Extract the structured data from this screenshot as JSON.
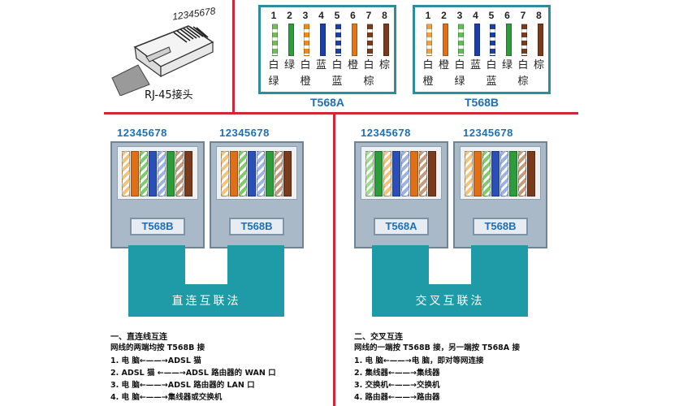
{
  "plug": {
    "pin_numbers": "12345678",
    "caption": "RJ-45接头"
  },
  "standards": [
    {
      "name": "T568A",
      "numbers": [
        "1",
        "2",
        "3",
        "4",
        "5",
        "6",
        "7",
        "8"
      ],
      "wires": [
        "#6fbf57",
        "#2f9c3c",
        "#f08a1a",
        "#1a3fa8",
        "#1a3fa8",
        "#e0751a",
        "#7a3b1c",
        "#7a3b1c"
      ],
      "stripes": [
        true,
        false,
        true,
        false,
        true,
        false,
        true,
        false
      ],
      "row1": [
        "白",
        "绿",
        "白",
        "蓝",
        "白",
        "橙",
        "白",
        "棕"
      ],
      "row2": [
        "绿",
        "",
        "橙",
        "",
        "蓝",
        "",
        "棕",
        ""
      ]
    },
    {
      "name": "T568B",
      "numbers": [
        "1",
        "2",
        "3",
        "4",
        "5",
        "6",
        "7",
        "8"
      ],
      "wires": [
        "#f0a040",
        "#e07018",
        "#5fbf57",
        "#1a3fa8",
        "#1a3fa8",
        "#2f9c3c",
        "#7a3b1c",
        "#7a3b1c"
      ],
      "stripes": [
        true,
        false,
        true,
        false,
        true,
        false,
        true,
        false
      ],
      "row1": [
        "白",
        "橙",
        "白",
        "蓝",
        "白",
        "绿",
        "白",
        "棕"
      ],
      "row2": [
        "橙",
        "",
        "绿",
        "",
        "蓝",
        "",
        "棕",
        ""
      ]
    }
  ],
  "panels": [
    {
      "numbers_left": "12345678",
      "numbers_right": "12345678",
      "left_badge": "T568B",
      "right_badge": "T568B",
      "cable_label": "直连互联法",
      "heading": "一、直连线互连",
      "subheading": "网线的两端均按 T568B 接",
      "items": [
        "1.  电    脑←——→ADSL 猫",
        "2.  ADSL 猫 ←——→ADSL 路由器的 WAN 口",
        "3.  电    脑←——→ADSL 路由器的 LAN 口",
        "4.  电    脑←——→集线器或交换机"
      ]
    },
    {
      "numbers_left": "12345678",
      "numbers_right": "12345678",
      "left_badge": "T568A",
      "right_badge": "T568B",
      "cable_label": "交叉互联法",
      "heading": "二、交叉互连",
      "subheading": "网线的一端按 T568B 接，另一端按 T568A 接",
      "items": [
        "1.  电    脑←——→电  脑，即对等网连接",
        "2.  集线器←——→集线器",
        "3.  交换机←——→交换机",
        "4.  路由器←——→路由器"
      ]
    }
  ],
  "colors": {
    "divider": "#d0263a",
    "cable": "#1e9ba6",
    "accent": "#1d6fb8"
  }
}
